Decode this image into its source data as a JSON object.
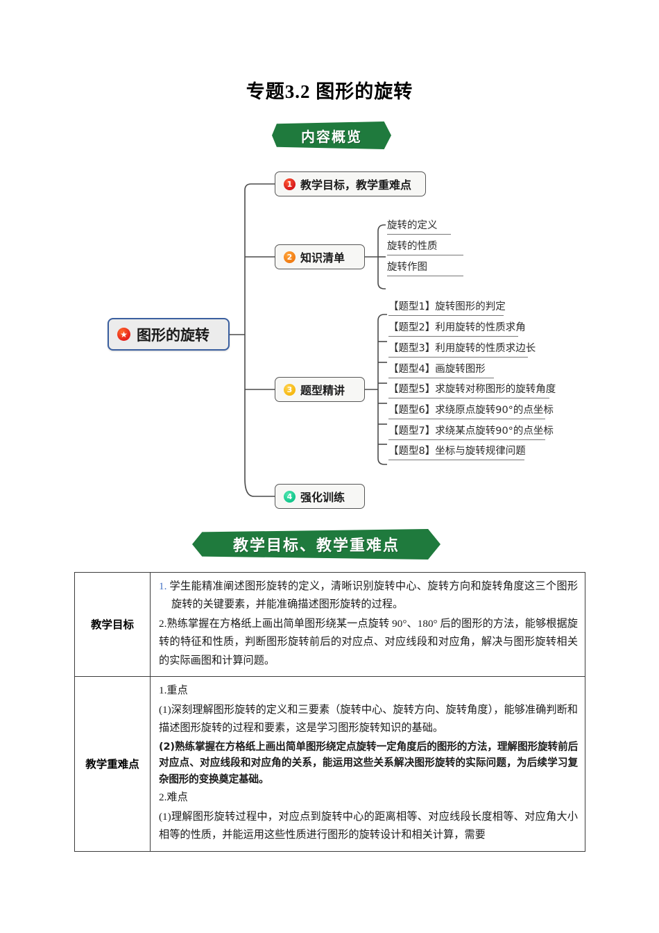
{
  "document": {
    "title": "专题3.2  图形的旋转"
  },
  "banners": {
    "overview": "内容概览",
    "objectives": "教学目标、教学重难点"
  },
  "mindmap": {
    "root": {
      "label": "图形的旋转",
      "icon": "star-icon",
      "border_color": "#3a5f9f",
      "fill_color": "#ececec"
    },
    "branches": [
      {
        "number": "1",
        "badge_color": "#d4151a",
        "label": "教学目标，教学重难点",
        "children": []
      },
      {
        "number": "2",
        "badge_color": "#f07a12",
        "label": "知识清单",
        "children": [
          "旋转的定义",
          "旋转的性质",
          "旋转作图"
        ]
      },
      {
        "number": "3",
        "badge_color": "#f5b70f",
        "label": "题型精讲",
        "children": [
          "【题型1】旋转图形的判定",
          "【题型2】利用旋转的性质求角",
          "【题型3】利用旋转的性质求边长",
          "【题型4】画旋转图形",
          "【题型5】求旋转对称图形的旋转角度",
          "【题型6】求绕原点旋转90°的点坐标",
          "【题型7】求绕某点旋转90°的点坐标",
          "【题型8】坐标与旋转规律问题"
        ]
      },
      {
        "number": "4",
        "badge_color": "#10c48a",
        "label": "强化训练",
        "children": []
      }
    ]
  },
  "table": {
    "rows": [
      {
        "label": "教学目标",
        "paragraphs": [
          {
            "num": "1.",
            "text": " 学生能精准阐述图形旋转的定义，清晰识别旋转中心、旋转方向和旋转角度这三个图形旋转的关键要素，并能准确描述图形旋转的过程。",
            "style": "serif-hanging"
          },
          {
            "num": "2.",
            "text": "熟练掌握在方格纸上画出简单图形绕某一点旋转 90°、180° 后的图形的方法，能够根据旋转的特征和性质，判断图形旋转前后的对应点、对应线段和对应角，解决与图形旋转相关的实际画图和计算问题。",
            "style": "serif"
          }
        ]
      },
      {
        "label": "教学重难点",
        "paragraphs": [
          {
            "text": "1.重点",
            "style": "serif"
          },
          {
            "text": "(1)深刻理解图形旋转的定义和三要素（旋转中心、旋转方向、旋转角度），能够准确判断和描述图形旋转的过程和要素，这是学习图形旋转知识的基础。",
            "style": "serif"
          },
          {
            "text": "(2)熟练掌握在方格纸上画出简单图形绕定点旋转一定角度后的图形的方法，理解图形旋转前后对应点、对应线段和对应角的关系，能运用这些关系解决图形旋转的实际问题，为后续学习复杂图形的变换奠定基础。",
            "style": "sans-bold"
          },
          {
            "text": "2.难点",
            "style": "serif"
          },
          {
            "text": "(1)理解图形旋转过程中，对应点到旋转中心的距离相等、对应线段长度相等、对应角大小相等的性质，并能运用这些性质进行图形的旋转设计和相关计算，需要",
            "style": "serif"
          }
        ]
      }
    ]
  }
}
